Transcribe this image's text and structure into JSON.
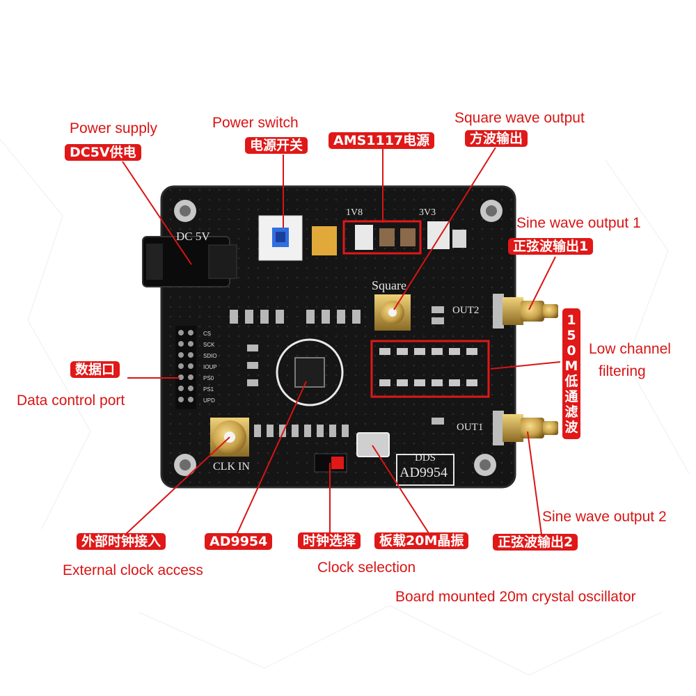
{
  "labels": {
    "power_supply_en": "Power supply",
    "power_supply_cn": "DC5V供电",
    "power_switch_en": "Power switch",
    "power_switch_cn": "电源开关",
    "ams_cn": "AMS1117电源",
    "square_en": "Square wave output",
    "square_cn": "方波输出",
    "sine1_en": "Sine wave output 1",
    "sine1_cn": "正弦波输出1",
    "lowpass_cn_chars": [
      "1",
      "5",
      "0",
      "M",
      "低",
      "通",
      "滤",
      "波"
    ],
    "lowpass_en_1": "Low channel",
    "lowpass_en_2": "filtering",
    "data_cn": "数据口",
    "data_en": "Data control port",
    "ext_clock_cn": "外部时钟接入",
    "ext_clock_en": "External clock access",
    "ad9954_cn": "AD9954",
    "clock_sel_cn": "时钟选择",
    "clock_sel_en": "Clock selection",
    "crystal_cn": "板载20M晶振",
    "crystal_en": "Board mounted 20m crystal oscillator",
    "sine2_en": "Sine wave output 2",
    "sine2_cn": "正弦波输出2"
  },
  "silkscreen": {
    "dc5v": "DC 5V",
    "v18": "1V8",
    "v33": "3V3",
    "square": "Square",
    "out2": "OUT2",
    "out1": "OUT1",
    "clk_in": "CLK IN",
    "dds": "DDS",
    "ad9954": "AD9954",
    "header_pins": [
      "CS",
      "SCK",
      "SDIO",
      "IOUP",
      "PS0",
      "PS1",
      "UPD"
    ]
  },
  "colors": {
    "label_red": "#e01818",
    "board_black": "#141414",
    "gold": "#c9a24a"
  }
}
